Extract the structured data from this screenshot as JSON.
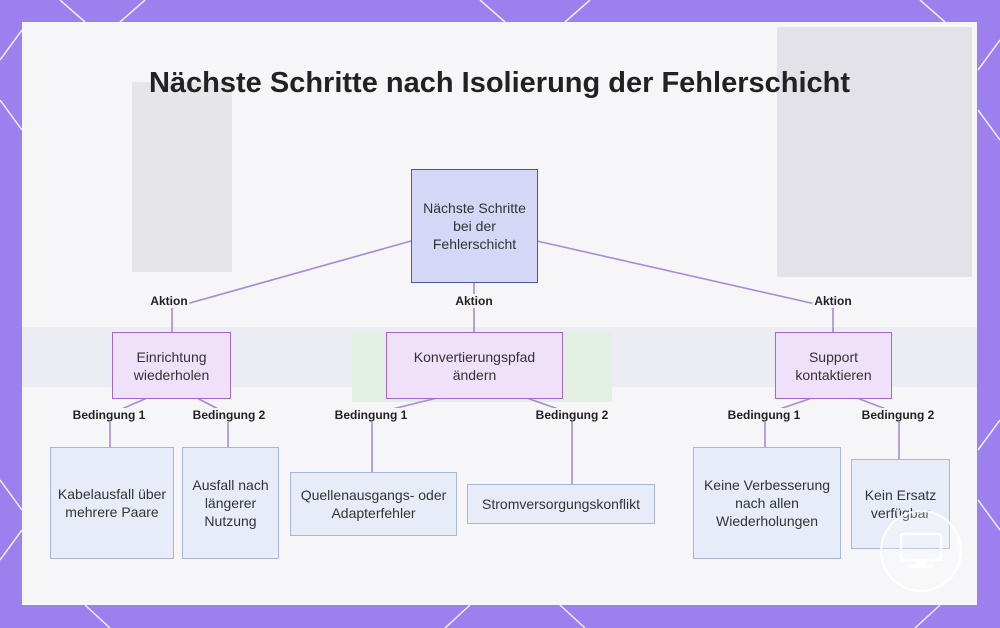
{
  "diagram": {
    "title": "Nächste Schritte nach Isolierung der Fehlerschicht",
    "root": {
      "label": "Nächste Schritte bei der Fehlerschicht"
    },
    "edge_label_action": "Aktion",
    "edge_label_cond1": "Bedingung 1",
    "edge_label_cond2": "Bedingung 2",
    "branches": [
      {
        "label": "Einrichtung wiederholen",
        "leaves": [
          "Kabelausfall über mehrere Paare",
          "Ausfall nach längerer Nutzung"
        ]
      },
      {
        "label": "Konvertierungspfad ändern",
        "leaves": [
          "Quellenausgangs- oder Adapterfehler",
          "Stromversorgungskonflikt"
        ]
      },
      {
        "label": "Support kontaktieren",
        "leaves": [
          "Keine Verbesserung nach allen Wiederholungen",
          "Kein Ersatz verfügbar"
        ]
      }
    ]
  },
  "colors": {
    "frame": "#9b80ee",
    "root_fill": "#d4d8f6",
    "root_border": "#4a56a8",
    "branch_fill": "#efe1f9",
    "branch_border": "#a367cf",
    "leaf_fill": "#e8ecf8",
    "leaf_border": "#a8b6dc",
    "edge": "#a88ad8"
  }
}
